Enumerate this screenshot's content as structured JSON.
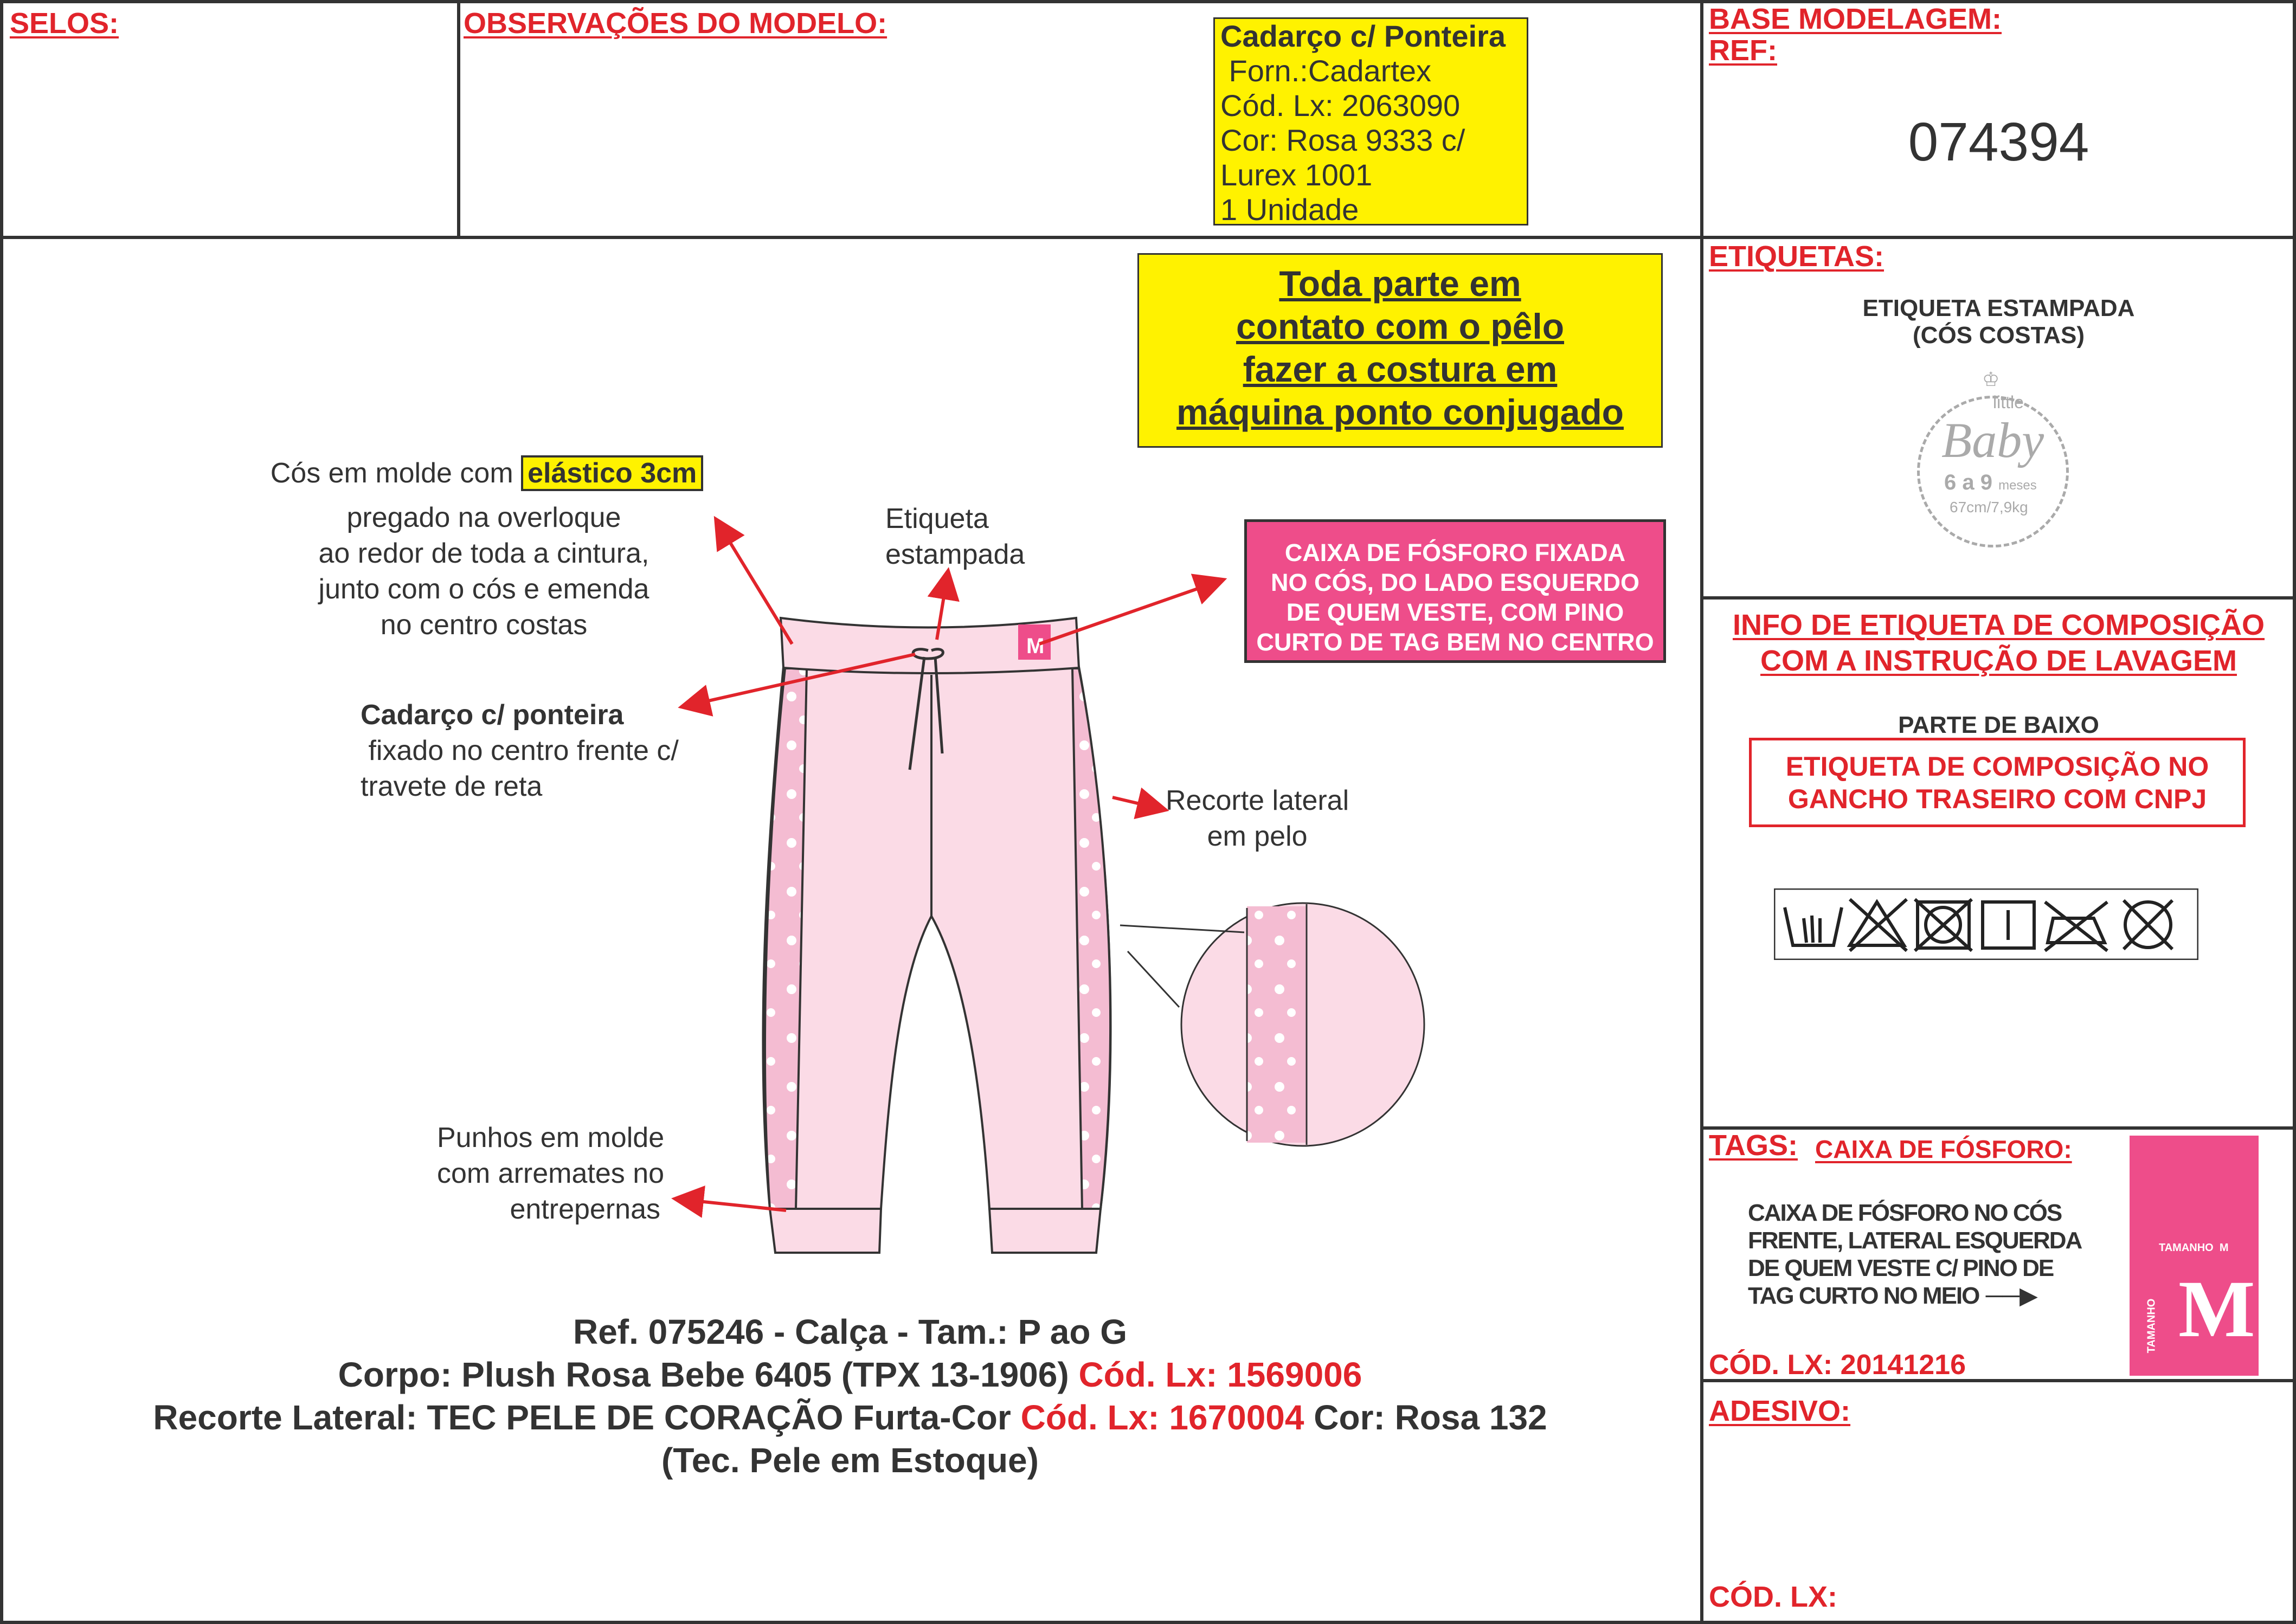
{
  "header": {
    "selos_label": "SELOS:",
    "observacoes_label": "OBSERVAÇÕES DO MODELO:",
    "cadarco_box": [
      "Cadarço c/ Ponteira",
      " Forn.:Cadartex",
      "Cód. Lx: 2063090",
      "Cor: Rosa 9333 c/",
      "Lurex 1001",
      "1 Unidade"
    ],
    "base_label": "BASE MODELAGEM:",
    "ref_label": "REF:",
    "ref_value": "074394"
  },
  "notice": [
    "Toda parte em",
    "contato com o pêlo",
    "fazer a costura em",
    "máquina ponto conjugado"
  ],
  "caixa_note": [
    "CAIXA DE FÓSFORO FIXADA",
    "NO CÓS, DO LADO ESQUERDO",
    "DE QUEM VESTE, COM PINO",
    "CURTO DE TAG BEM NO CENTRO"
  ],
  "annotations": {
    "cos_prefix": "Cós em molde com ",
    "cos_highlight": "elástico 3cm",
    "cos_rest": [
      "pregado na overloque",
      "ao redor de toda a cintura,",
      "junto com o cós e emenda",
      "no centro costas"
    ],
    "etiqueta": [
      "Etiqueta",
      "estampada"
    ],
    "cadarco_title": "Cadarço c/ ponteira",
    "cadarco_rest": [
      " fixado no centro frente c/",
      "travete de reta"
    ],
    "recorte": [
      "Recorte lateral",
      "em pelo"
    ],
    "punhos": [
      "Punhos em molde",
      "com arremates no",
      "entrepernas"
    ],
    "waist_tag": "M"
  },
  "footer": {
    "line1": "Ref. 075246 - Calça - Tam.: P ao G",
    "line2_a": "Corpo: Plush Rosa Bebe 6405 (TPX 13-1906) ",
    "line2_b": "Cód. Lx: 1569006",
    "line3_a": "Recorte Lateral: TEC PELE DE CORAÇÃO Furta-Cor ",
    "line3_b": "Cód. Lx: 1670004",
    "line3_c": " Cor: Rosa 132",
    "line4": "(Tec. Pele em Estoque)"
  },
  "etiquetas": {
    "label": "ETIQUETAS:",
    "title": [
      "ETIQUETA ESTAMPADA",
      "(CÓS COSTAS)"
    ],
    "logo": {
      "little": "little",
      "baby": "Baby",
      "age": "6 a 9",
      "meses": "meses",
      "size": "67cm/7,9kg"
    }
  },
  "composicao": {
    "title": [
      "INFO DE ETIQUETA DE COMPOSIÇÃO",
      "COM A INSTRUÇÃO DE LAVAGEM"
    ],
    "parte": "PARTE DE BAIXO",
    "box": [
      "ETIQUETA DE COMPOSIÇÃO NO",
      "GANCHO TRASEIRO COM CNPJ"
    ],
    "care_icons": [
      "hand-wash-icon",
      "no-bleach-icon",
      "no-tumble-dry-icon",
      "line-dry-icon",
      "no-iron-icon",
      "no-dry-clean-icon"
    ]
  },
  "tags": {
    "label": "TAGS:",
    "sub": "CAIXA DE FÓSFORO:",
    "text": [
      "CAIXA DE FÓSFORO NO CÓS",
      "FRENTE, LATERAL ESQUERDA",
      "DE QUEM VESTE C/ PINO DE",
      "TAG CURTO NO MEIO"
    ],
    "code": "CÓD. LX: 20141216",
    "tag_small": "TAMANHO  M",
    "tag_vertical": "TAMANHO",
    "tag_big": "M"
  },
  "adesivo": {
    "label": "ADESIVO:",
    "code": "CÓD. LX:"
  },
  "colors": {
    "red": "#e1242b",
    "yellow": "#fff200",
    "pink": "#ee4d8a",
    "pants": "#fbdbe6"
  }
}
